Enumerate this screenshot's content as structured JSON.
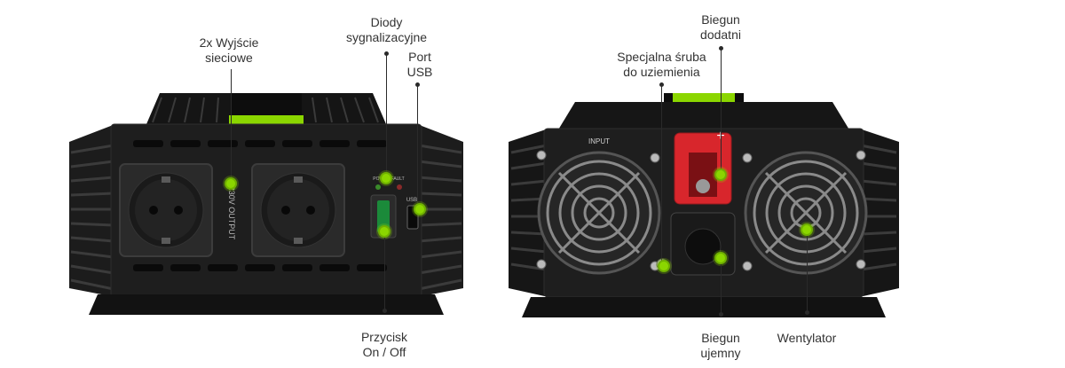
{
  "labels": {
    "outputs": [
      "2x Wyjście",
      "sieciowe"
    ],
    "leds": [
      "Diody",
      "sygnalizacyjne"
    ],
    "usb_port": [
      "Port",
      "USB"
    ],
    "switch": [
      "Przycisk",
      "On / Off"
    ],
    "positive": [
      "Biegun",
      "dodatni"
    ],
    "ground_screw": [
      "Specjalna śruba",
      "do uziemienia"
    ],
    "negative": [
      "Biegun",
      "ujemny"
    ],
    "fan": [
      "Wentylator"
    ]
  },
  "device_text": {
    "output_label": "230V OUTPUT",
    "led_label": "POWER  FAULT",
    "usb_label": "USB",
    "input_label": "INPUT",
    "plus_sign": "+"
  },
  "colors": {
    "accent_green": "#8bd600",
    "body_black": "#1a1a1a",
    "terminal_red": "#d8262c"
  }
}
